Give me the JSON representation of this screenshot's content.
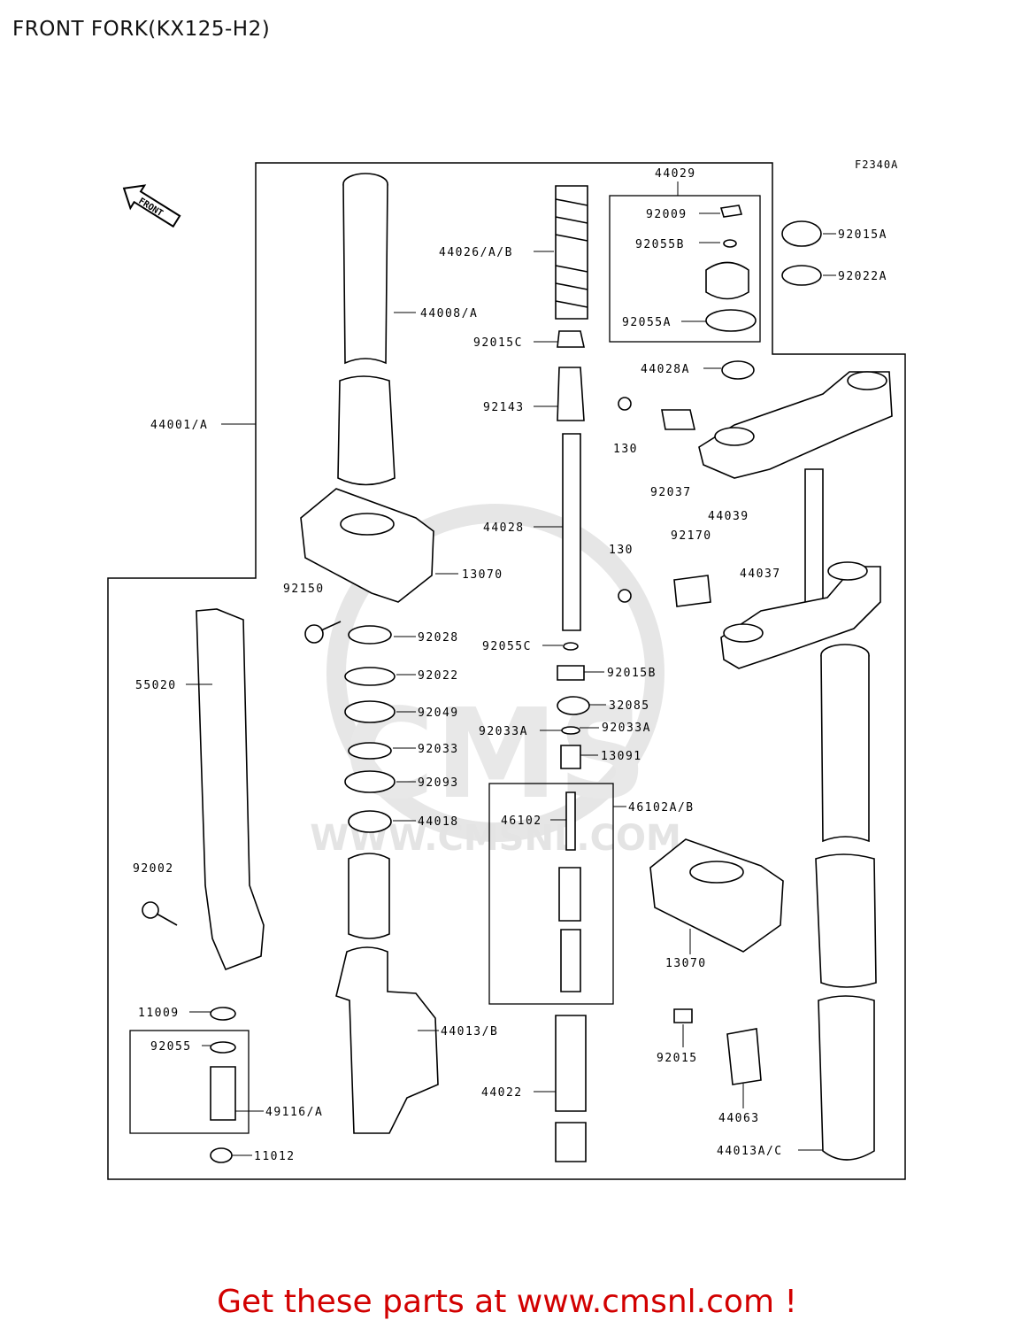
{
  "header": {
    "title": "FRONT FORK(KX125-H2)",
    "figure_code": "F2340A"
  },
  "front_arrow_label": "FRONT",
  "watermark": {
    "brand": "CMS",
    "url": "WWW.CMSNL.COM"
  },
  "parts": [
    {
      "id": "p44029",
      "label": "44029"
    },
    {
      "id": "p92009",
      "label": "92009"
    },
    {
      "id": "p92055B",
      "label": "92055B"
    },
    {
      "id": "p92055A",
      "label": "92055A"
    },
    {
      "id": "p92015A",
      "label": "92015A"
    },
    {
      "id": "p92022A",
      "label": "92022A"
    },
    {
      "id": "p44026",
      "label": "44026/A/B"
    },
    {
      "id": "p44008",
      "label": "44008/A"
    },
    {
      "id": "p92015C",
      "label": "92015C"
    },
    {
      "id": "p44028A",
      "label": "44028A"
    },
    {
      "id": "p92143",
      "label": "92143"
    },
    {
      "id": "p44001",
      "label": "44001/A"
    },
    {
      "id": "p130a",
      "label": "130"
    },
    {
      "id": "p92037",
      "label": "92037"
    },
    {
      "id": "p44039",
      "label": "44039"
    },
    {
      "id": "p44028",
      "label": "44028"
    },
    {
      "id": "p92170",
      "label": "92170"
    },
    {
      "id": "p130b",
      "label": "130"
    },
    {
      "id": "p44037",
      "label": "44037"
    },
    {
      "id": "p13070a",
      "label": "13070"
    },
    {
      "id": "p92150",
      "label": "92150"
    },
    {
      "id": "p92028",
      "label": "92028"
    },
    {
      "id": "p92055C",
      "label": "92055C"
    },
    {
      "id": "p92015B",
      "label": "92015B"
    },
    {
      "id": "p55020",
      "label": "55020"
    },
    {
      "id": "p92022",
      "label": "92022"
    },
    {
      "id": "p32085",
      "label": "32085"
    },
    {
      "id": "p92049",
      "label": "92049"
    },
    {
      "id": "p92033A_l",
      "label": "92033A"
    },
    {
      "id": "p92033A_r",
      "label": "92033A"
    },
    {
      "id": "p92033",
      "label": "92033"
    },
    {
      "id": "p13091",
      "label": "13091"
    },
    {
      "id": "p92093",
      "label": "92093"
    },
    {
      "id": "p46102",
      "label": "46102"
    },
    {
      "id": "p46102AB",
      "label": "46102A/B"
    },
    {
      "id": "p44018",
      "label": "44018"
    },
    {
      "id": "p92002",
      "label": "92002"
    },
    {
      "id": "p13070b",
      "label": "13070"
    },
    {
      "id": "p11009",
      "label": "11009"
    },
    {
      "id": "p44013",
      "label": "44013/B"
    },
    {
      "id": "p92055",
      "label": "92055"
    },
    {
      "id": "p92015",
      "label": "92015"
    },
    {
      "id": "p44022",
      "label": "44022"
    },
    {
      "id": "p49116",
      "label": "49116/A"
    },
    {
      "id": "p44063",
      "label": "44063"
    },
    {
      "id": "p11012",
      "label": "11012"
    },
    {
      "id": "p44013AC",
      "label": "44013A/C"
    }
  ],
  "footer": {
    "cta": "Get these parts at www.cmsnl.com !"
  },
  "colors": {
    "cta": "#d20000",
    "line": "#000000",
    "watermark": "#e4e4e4"
  }
}
